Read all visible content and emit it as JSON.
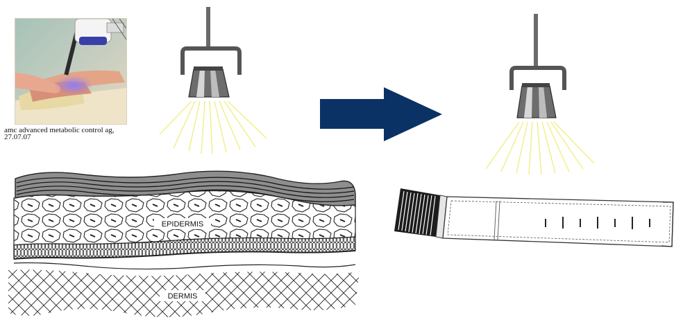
{
  "caption": {
    "line1": "amc advanced metabolic control ag,",
    "line2": "27.07.07"
  },
  "skin_labels": {
    "epidermis": "EPIDERMIS",
    "dermis": "DERMIS"
  },
  "colors": {
    "arrow": "#0b3264",
    "light_rays": "#f2ef8a",
    "uv_glow": "#6d5cff"
  },
  "icons": {
    "lamp": "uv-lamp-icon",
    "arrow": "right-arrow-icon",
    "vial": "test-tube-icon"
  }
}
